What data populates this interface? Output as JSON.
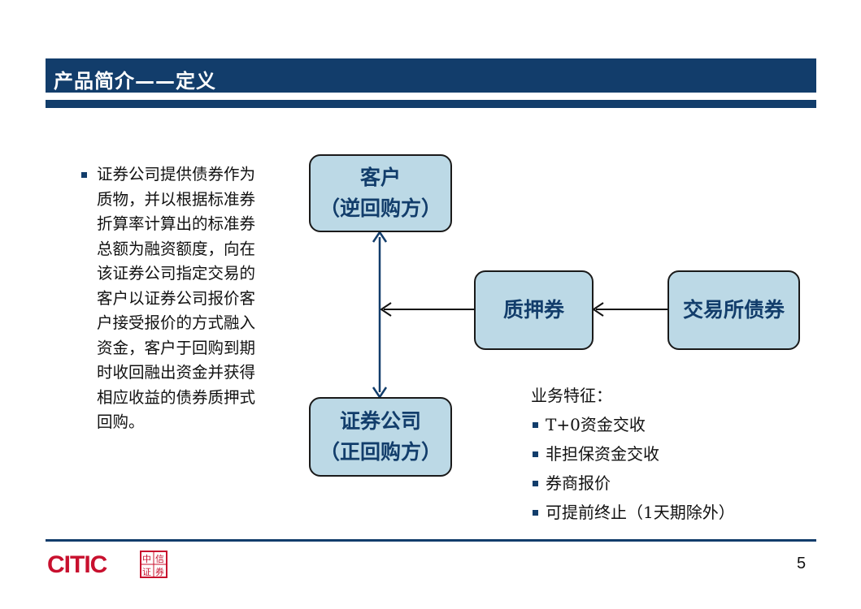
{
  "title": "产品简介——定义",
  "description": "证券公司提供债券作为质物，并以根据标准券折算率计算出的标准券总额为融资额度，向在该证券公司指定交易的客户以证券公司报价客户接受报价的方式融入资金，客户于回购到期时收回融出资金并获得相应收益的债券质押式回购。",
  "nodes": {
    "customer": {
      "line1": "客户",
      "line2": "（逆回购方）"
    },
    "securities_company": {
      "line1": "证券公司",
      "line2": "（正回购方）"
    },
    "pledged_bonds": {
      "label": "质押券"
    },
    "exchange_bonds": {
      "label": "交易所债券"
    }
  },
  "features": {
    "title": "业务特征：",
    "items": [
      "T+0资金交收",
      "非担保资金交收",
      "券商报价",
      "可提前终止（1天期除外）"
    ]
  },
  "logo": {
    "text": "CITIC",
    "chars": [
      "中",
      "信",
      "证",
      "券"
    ]
  },
  "page_number": "5",
  "colors": {
    "navy": "#123d6b",
    "node_fill": "#bcd9e6",
    "logo_red": "#c8102e"
  }
}
